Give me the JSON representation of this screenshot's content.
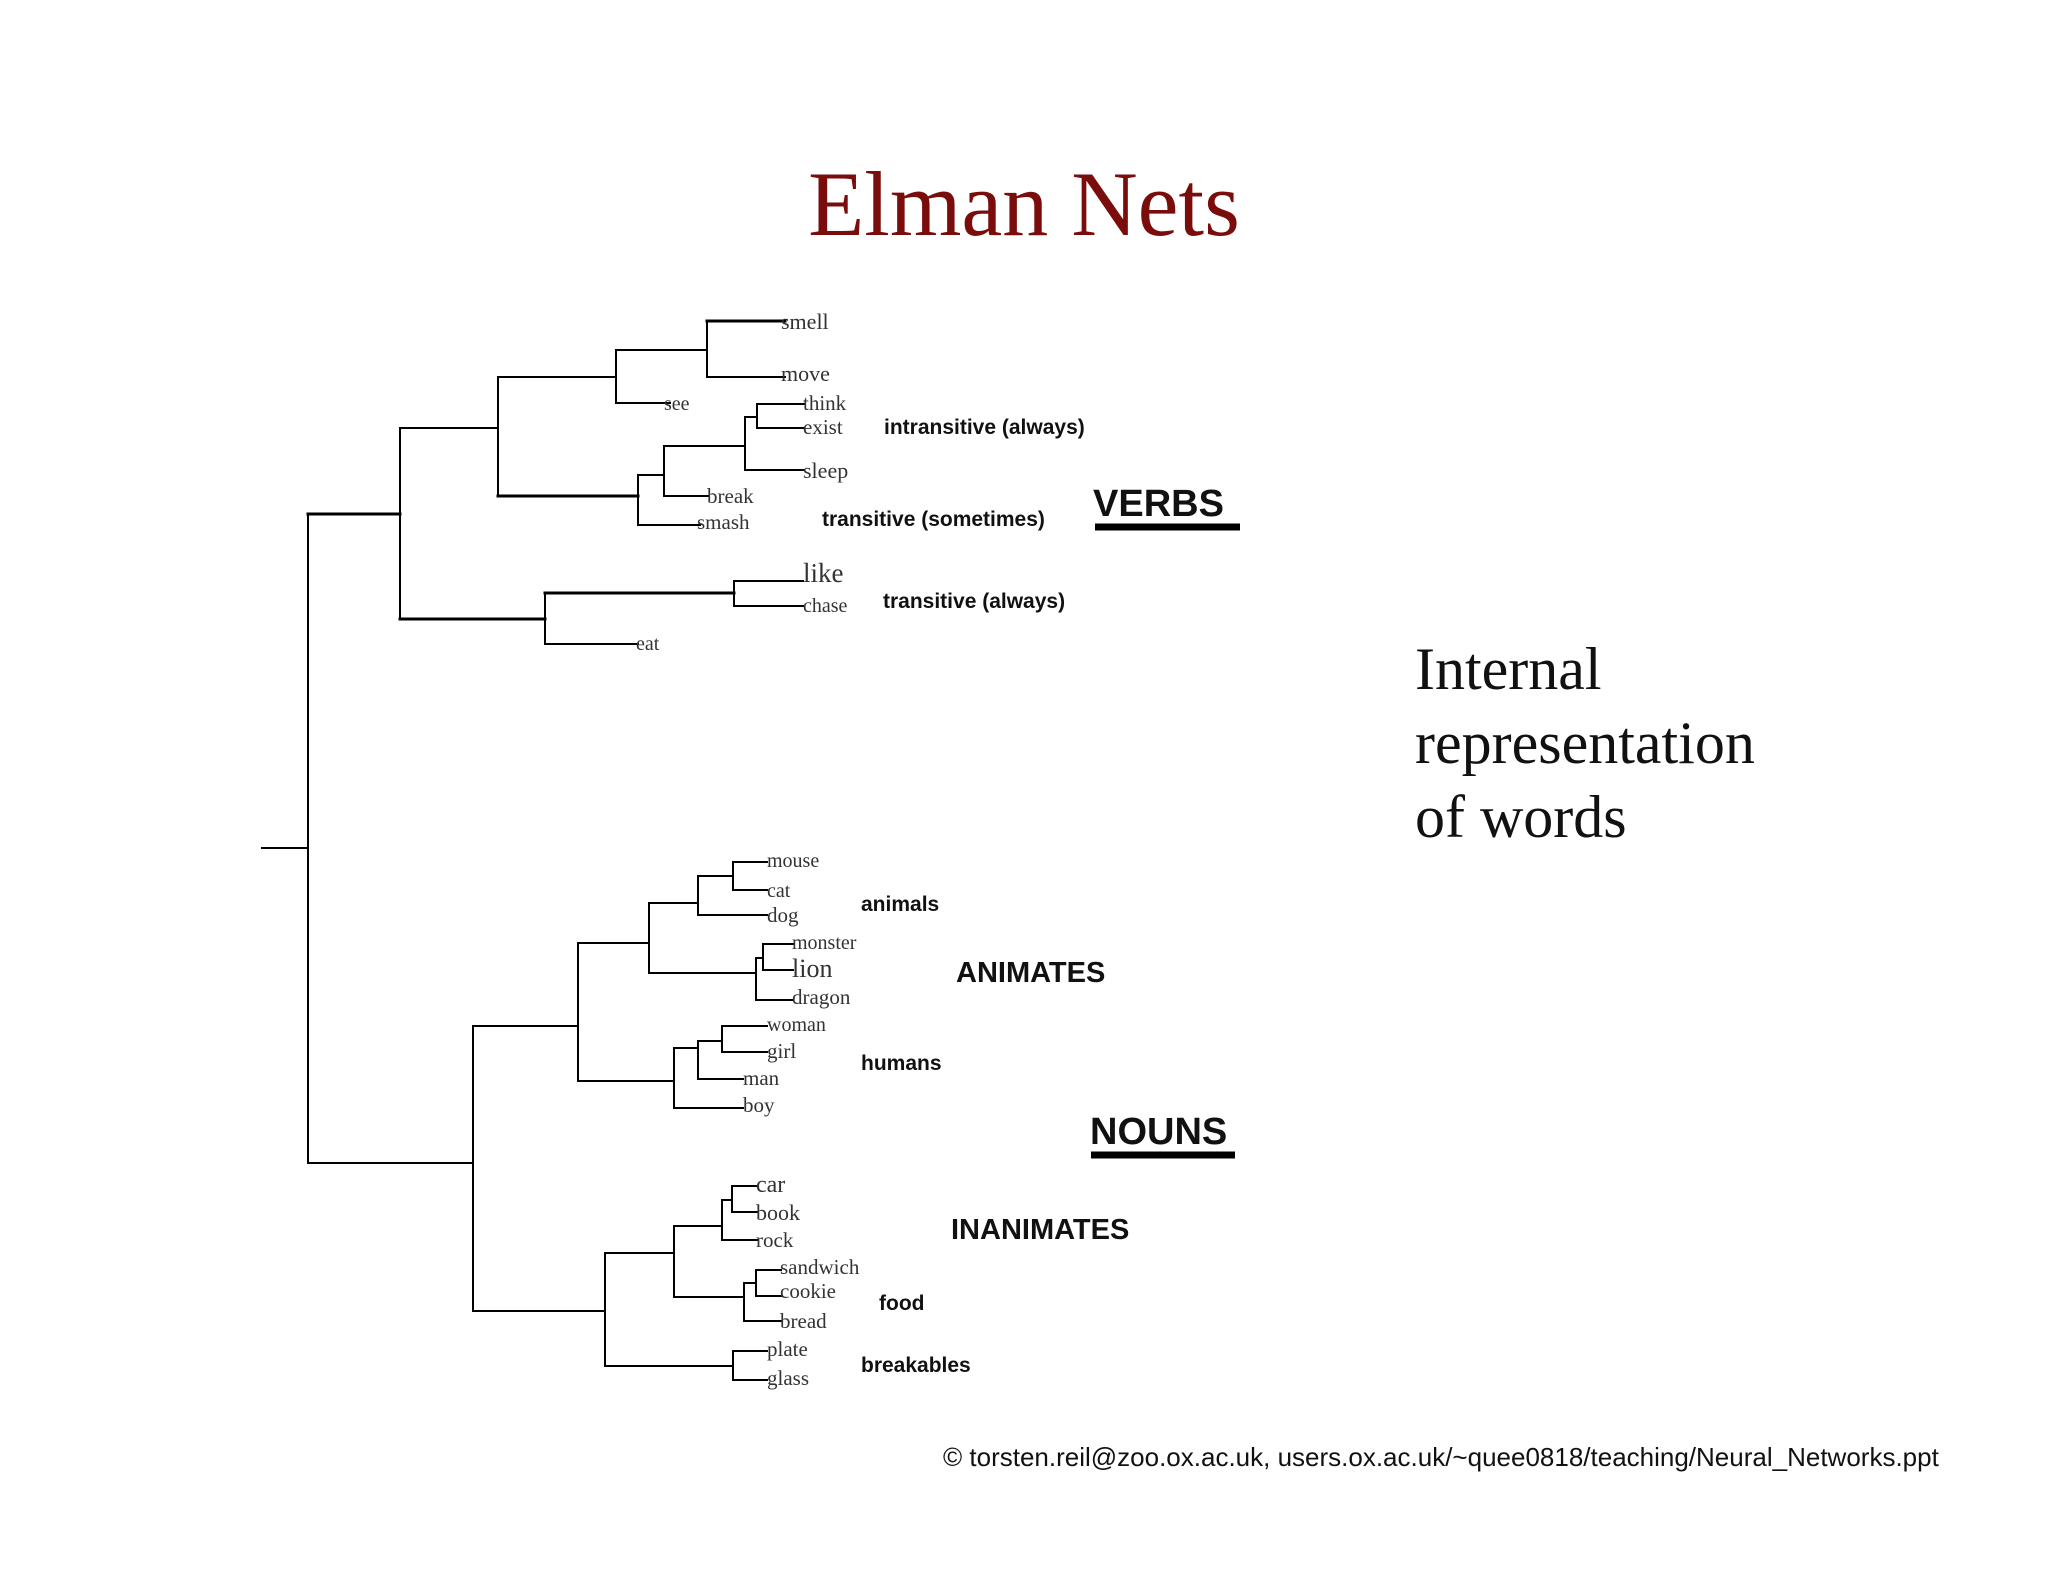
{
  "title": "Elman Nets",
  "side_text": [
    "Internal",
    "representation",
    "of words"
  ],
  "footer": "© torsten.reil@zoo.ox.ac.uk, users.ox.ac.uk/~quee0818/teaching/Neural_Networks.ppt",
  "dendrogram": {
    "verbs": {
      "label": "VERBS",
      "leaves": [
        "smell",
        "move",
        "see",
        "think",
        "exist",
        "sleep",
        "break",
        "smash",
        "like",
        "chase",
        "eat"
      ],
      "groups": [
        "intransitive (always)",
        "transitive (sometimes)",
        "transitive (always)"
      ]
    },
    "nouns": {
      "label": "NOUNS",
      "animates": {
        "label": "ANIMATES",
        "leaves": [
          "mouse",
          "cat",
          "dog",
          "monster",
          "lion",
          "dragon",
          "woman",
          "girl",
          "man",
          "boy"
        ],
        "groups": [
          "animals",
          "humans"
        ]
      },
      "inanimates": {
        "label": "INANIMATES",
        "leaves": [
          "car",
          "book",
          "rock",
          "sandwich",
          "cookie",
          "bread",
          "plate",
          "glass"
        ],
        "groups": [
          "food",
          "breakables"
        ]
      }
    }
  }
}
